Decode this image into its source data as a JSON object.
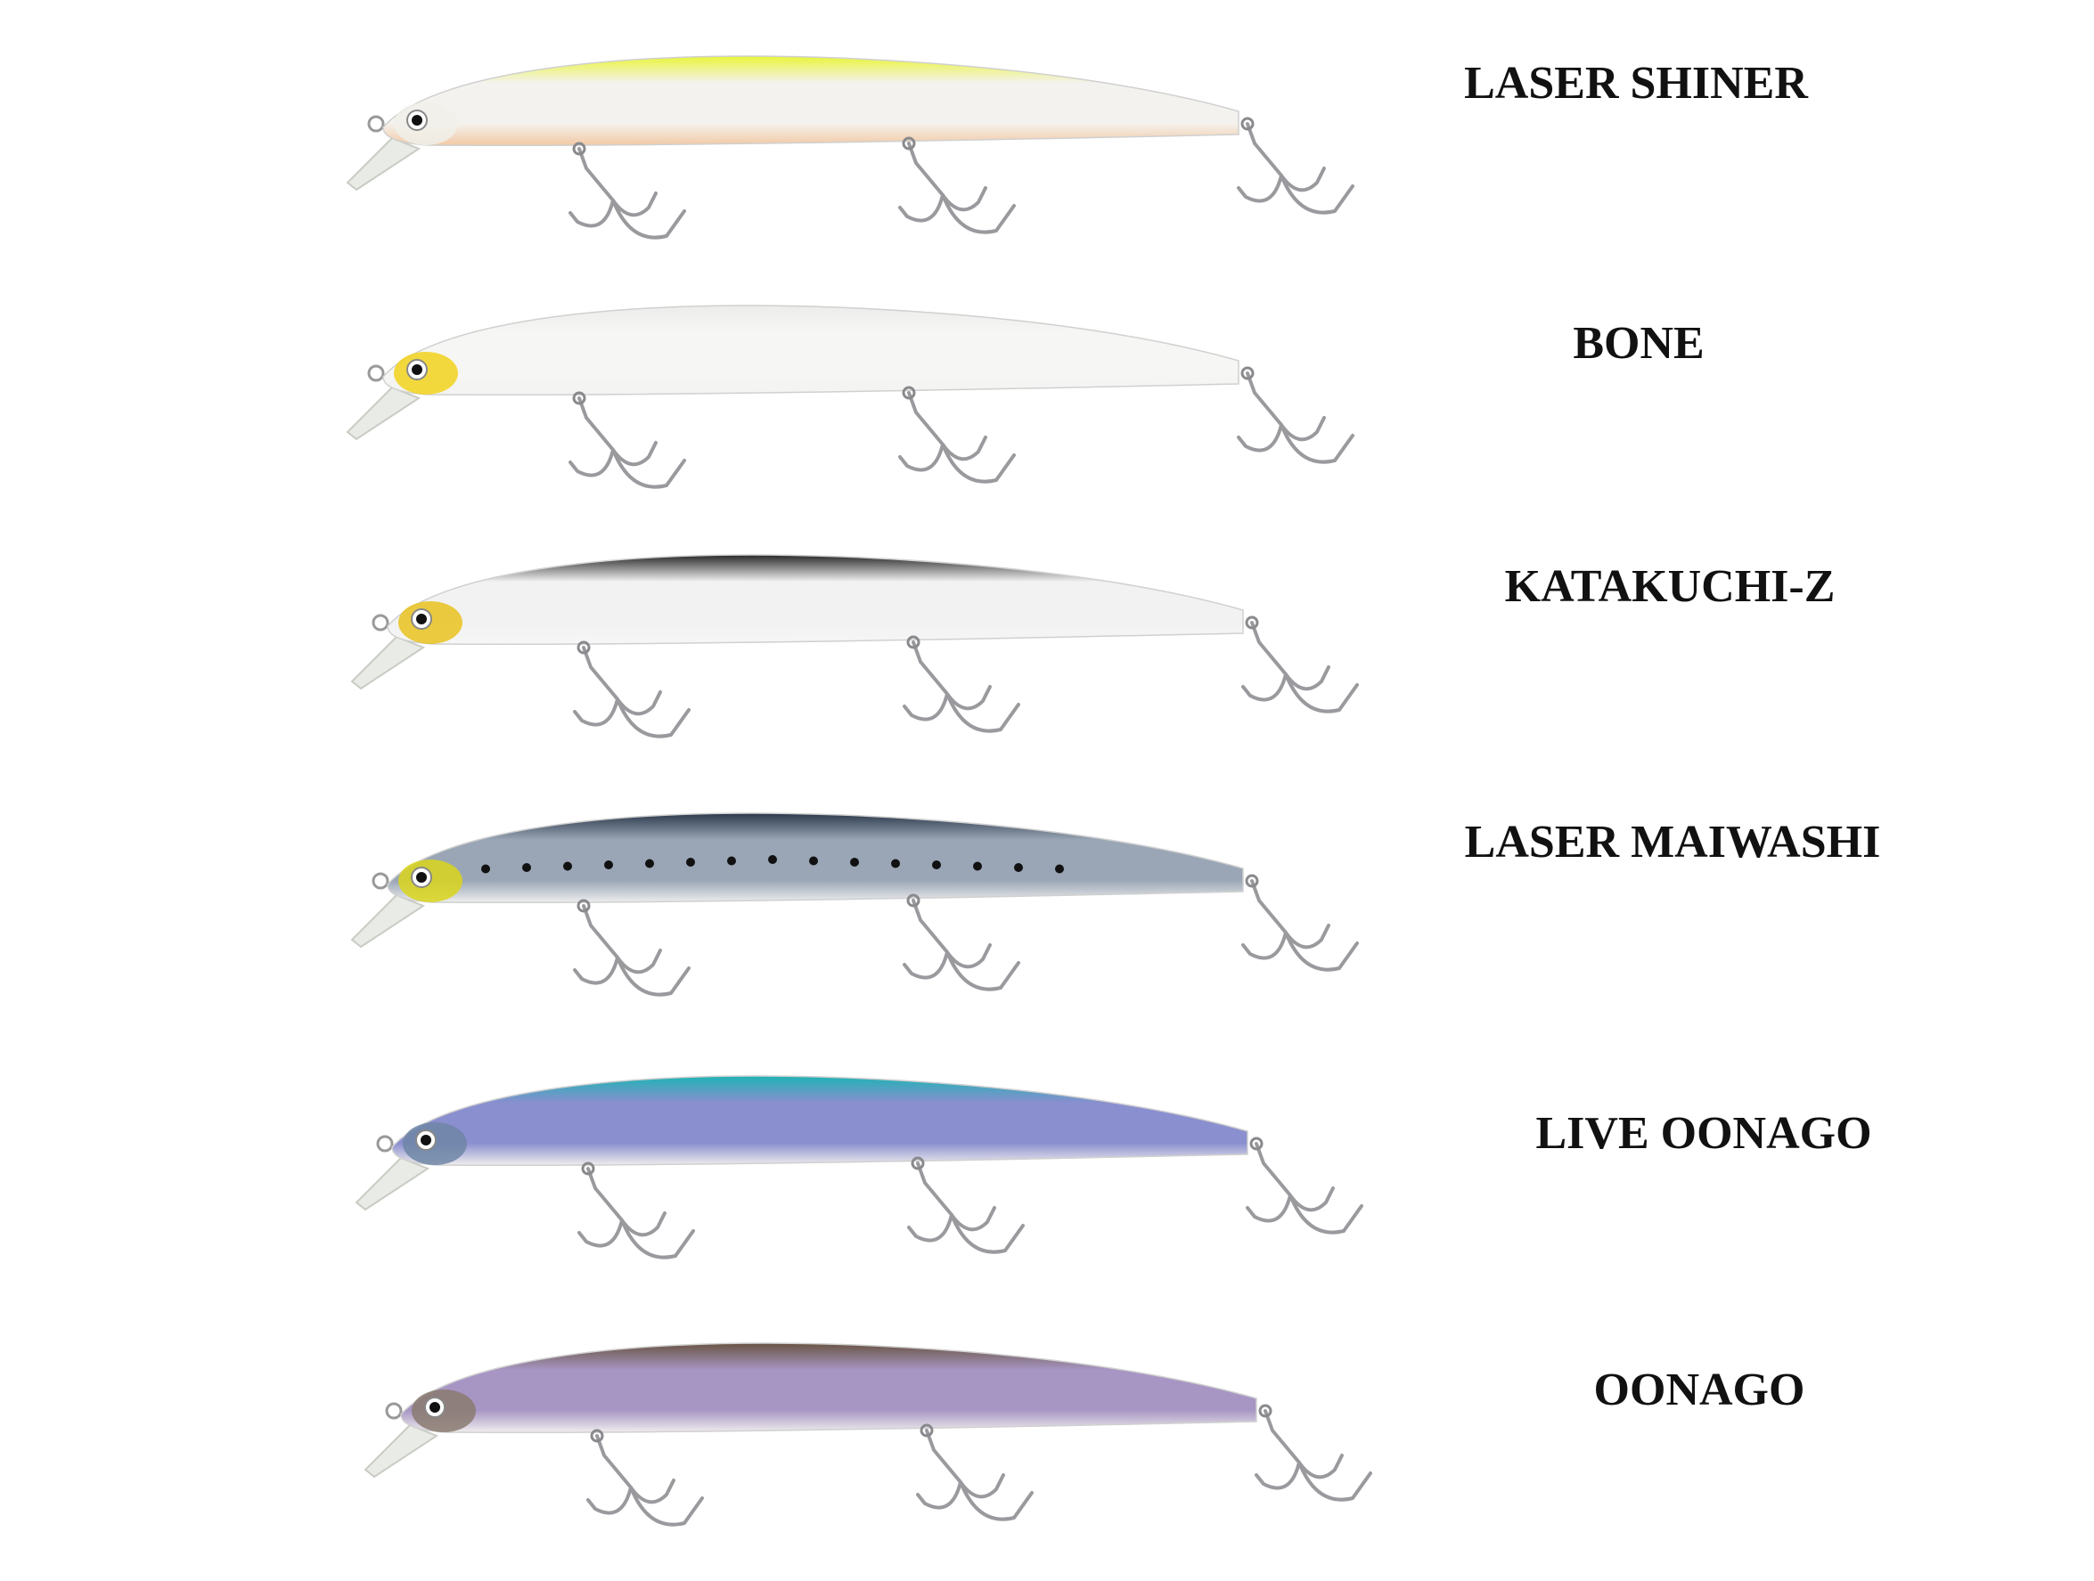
{
  "lures": [
    {
      "name": "LASER SHINER",
      "colors": {
        "back": "#e9f53a",
        "side": "#f4f2ee",
        "belly": "#f2c9a4",
        "head": "#f0f0ea"
      }
    },
    {
      "name": "BONE",
      "colors": {
        "back": "#ececea",
        "side": "#f6f6f4",
        "belly": "#f3f3f1",
        "head": "#f2d21c"
      }
    },
    {
      "name": "KATAKUCHI-Z",
      "colors": {
        "back": "#2a2a2c",
        "side": "#f2f2f2",
        "belly": "#f6f6f6",
        "head": "#e9c21e"
      }
    },
    {
      "name": "LASER MAIWASHI",
      "colors": {
        "back": "#2c3a4c",
        "side": "#9aa6b6",
        "belly": "#eeeeee",
        "head": "#d9d51c"
      }
    },
    {
      "name": "LIVE OONAGO",
      "colors": {
        "back": "#1fb3b5",
        "side": "#8a8fcf",
        "belly": "#f0eeee",
        "head": "#6e86a6"
      }
    },
    {
      "name": "OONAGO",
      "colors": {
        "back": "#6a5544",
        "side": "#a796c4",
        "belly": "#f0eeee",
        "head": "#8a7a70"
      }
    }
  ]
}
